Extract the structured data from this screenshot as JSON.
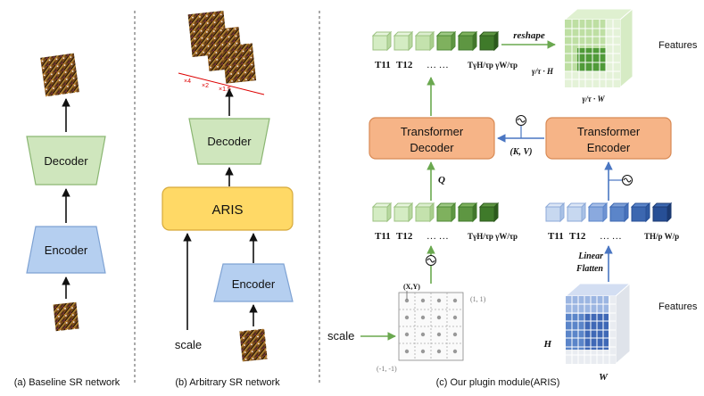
{
  "panels": {
    "a": {
      "caption": "(a) Baseline SR network",
      "decoder_label": "Decoder",
      "encoder_label": "Encoder"
    },
    "b": {
      "caption": "(b) Arbitrary SR network",
      "decoder_label": "Decoder",
      "aris_label": "ARIS",
      "encoder_label": "Encoder",
      "scale_label": "scale",
      "scale_marks": [
        "×4",
        "×2",
        "×1.5"
      ]
    },
    "c": {
      "caption": "(c) Our plugin module(ARIS)",
      "transformer_decoder_line1": "Transformer",
      "transformer_decoder_line2": "Decoder",
      "transformer_encoder_line1": "Transformer",
      "transformer_encoder_line2": "Encoder",
      "reshape_label": "reshape",
      "kv_label": "(K, V)",
      "q_label": "Q",
      "linear_label": "Linear",
      "flatten_label": "Flatten",
      "scale_label": "scale",
      "features_top": "Features",
      "features_bottom": "Features",
      "top_dim_h": "γ/τ · H",
      "top_dim_w": "γ/τ · W",
      "bottom_dim_h": "H",
      "bottom_dim_w": "W",
      "grid_xy": "(X,Y)",
      "grid_top_right": "(1, 1)",
      "grid_bottom_left": "(-1, -1)",
      "token_t11": "T11",
      "token_t12": "T12",
      "token_dots": "…  …",
      "token_last_top": "TγH/τp γW/τp",
      "token_last_mid": "TγH/τp γW/τp",
      "token_last_bottom": "TH/p W/p"
    }
  },
  "colors": {
    "green_light": "#c8e6b0",
    "green_mid": "#7fb15e",
    "green_dark": "#3f7a2a",
    "blue_light": "#c7d8f0",
    "blue_mid": "#5b85c9",
    "blue_dark": "#274f96",
    "orange": "#f6b487",
    "aris_yellow": "#ffd966",
    "encoder_blue": "#b5cff0",
    "decoder_green": "#cfe6bd"
  }
}
